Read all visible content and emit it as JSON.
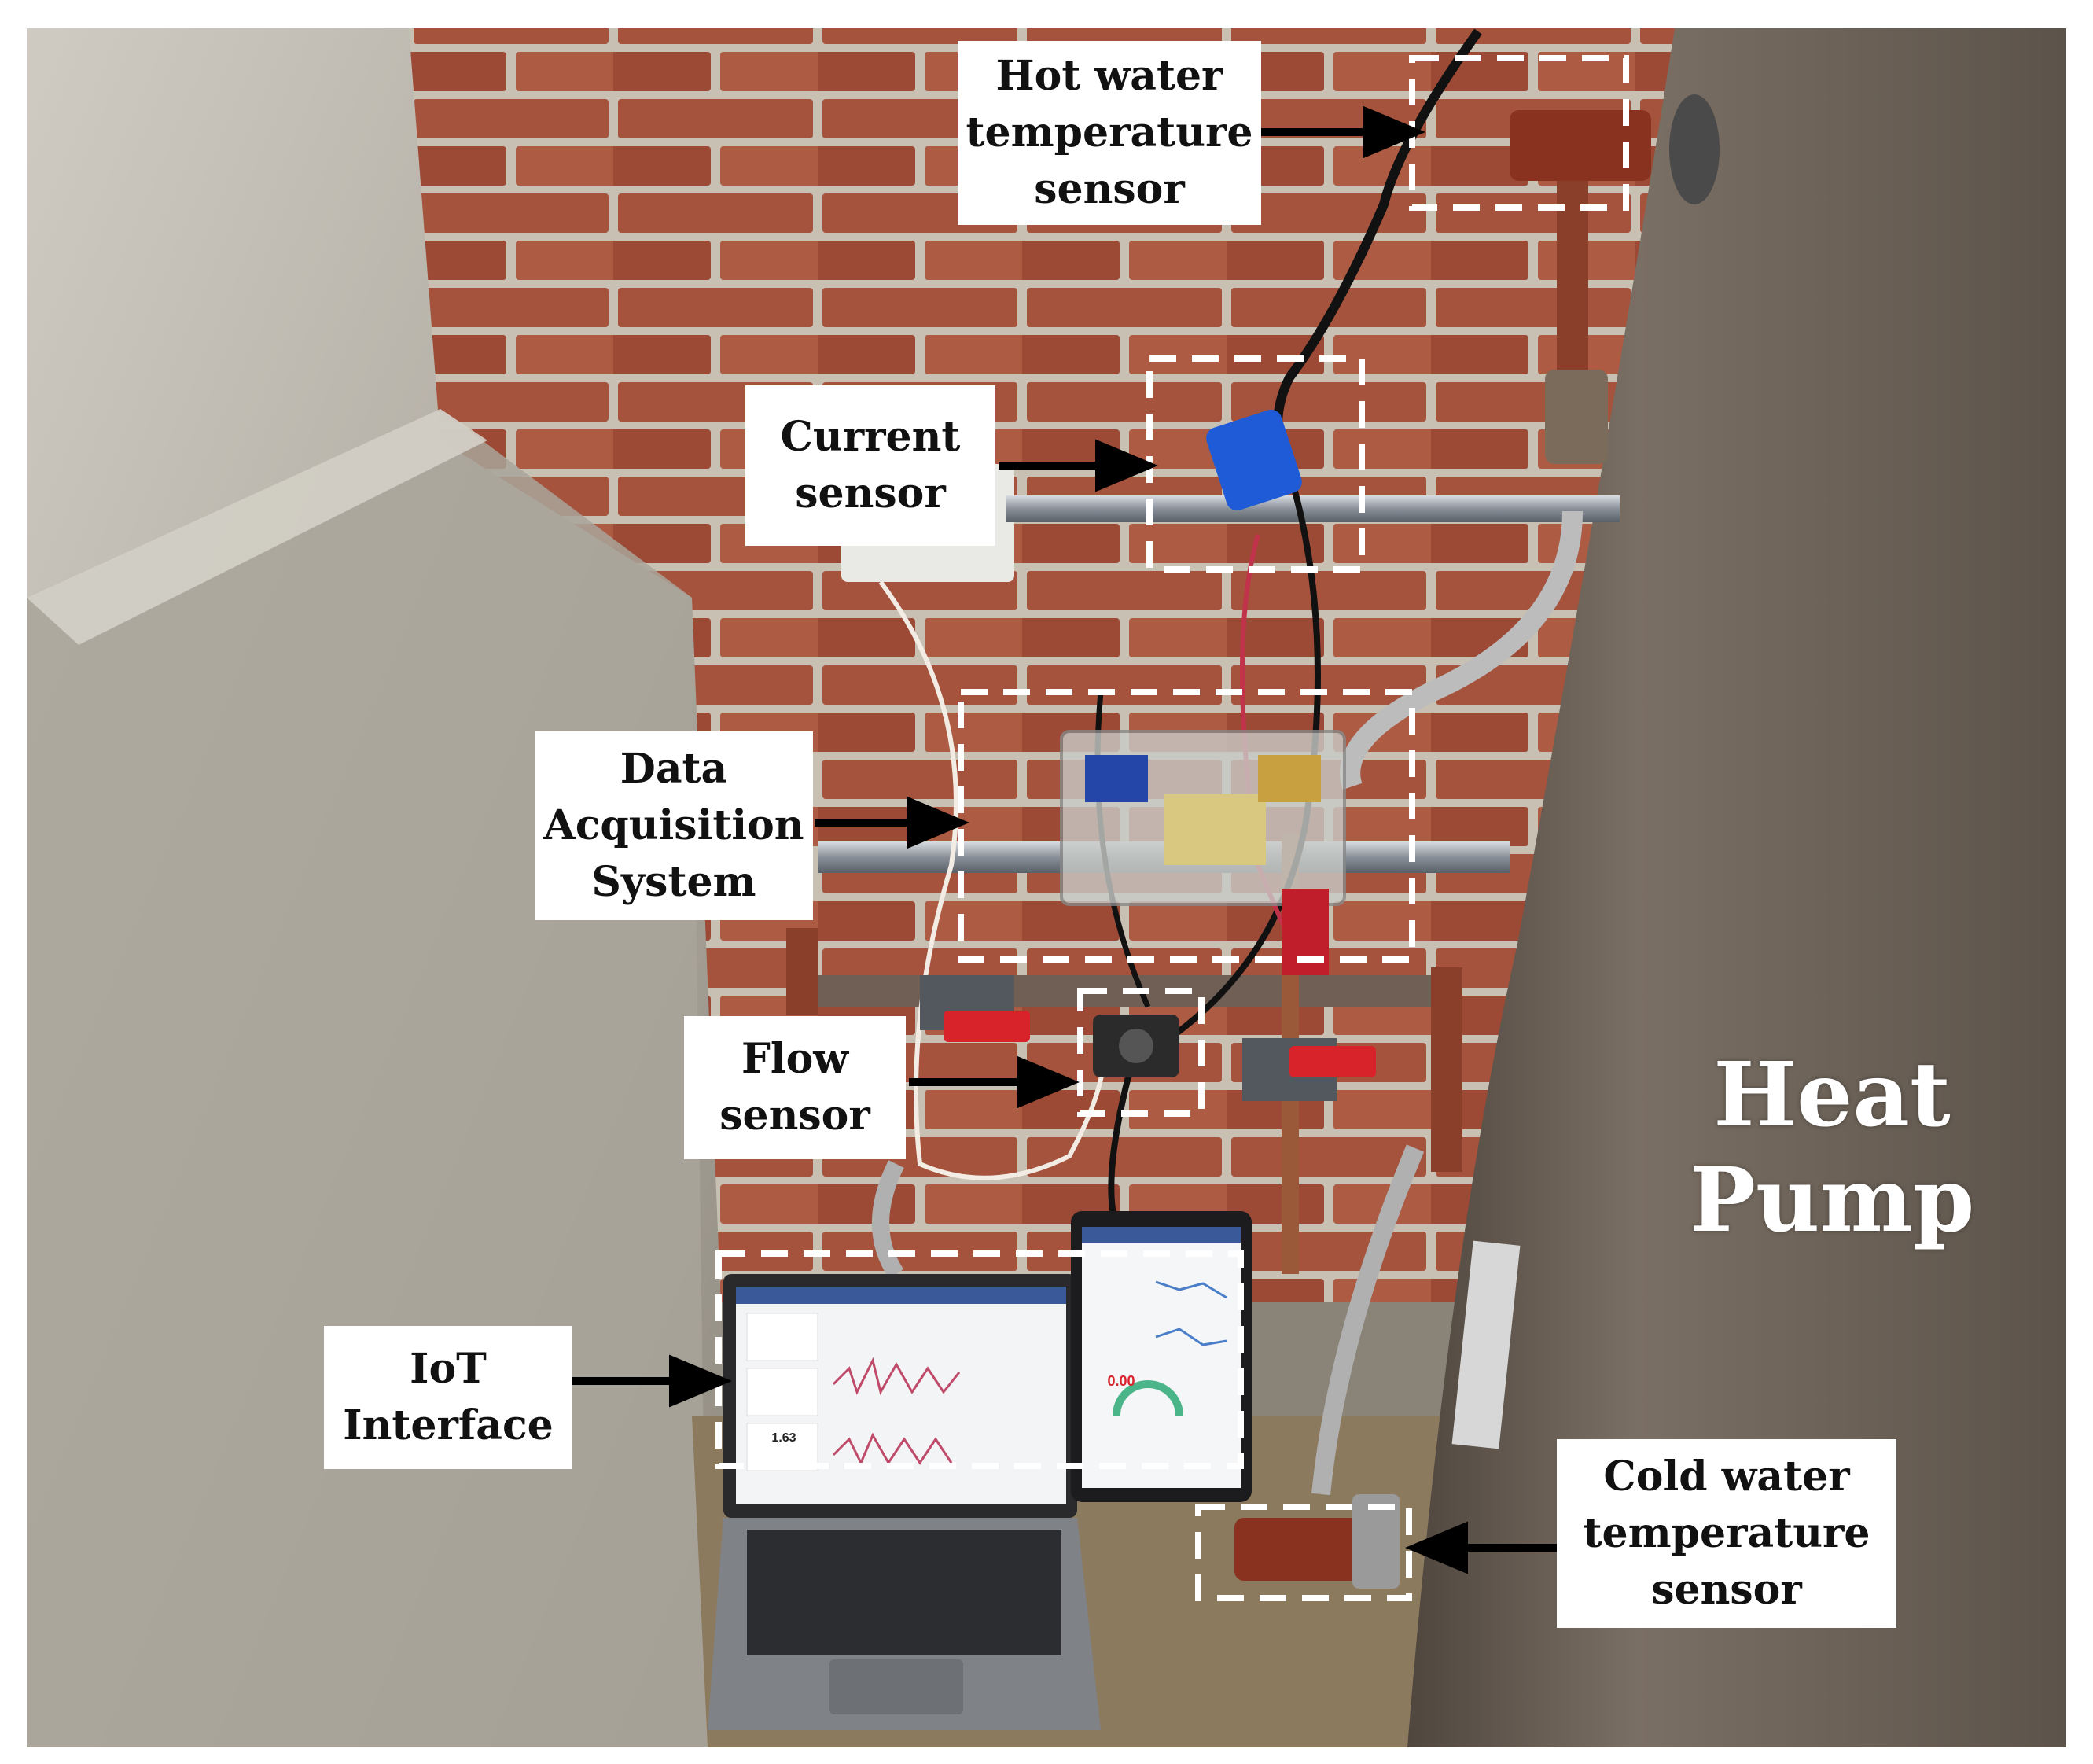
{
  "labels": {
    "hot_water": [
      "Hot water",
      "temperature",
      "sensor"
    ],
    "current": [
      "Current",
      "sensor"
    ],
    "daq": [
      "Data",
      "Acquisition",
      "System"
    ],
    "flow": [
      "Flow",
      "sensor"
    ],
    "iot": [
      "IoT",
      "Interface"
    ],
    "cold_water": [
      "Cold water",
      "temperature",
      "sensor"
    ],
    "heat_pump": [
      "Heat",
      "Pump"
    ]
  },
  "screens": {
    "laptop_reading": "1.63",
    "tablet_reading": "0.00"
  },
  "colors": {
    "brick": "#a3513b",
    "mortar": "#c9c2b4",
    "concrete": "#b9b5ab",
    "tank": "#6e645a",
    "copper": "#8a3f2a",
    "valve_red": "#d8232a",
    "sensor_blue": "#1f5bd6"
  }
}
